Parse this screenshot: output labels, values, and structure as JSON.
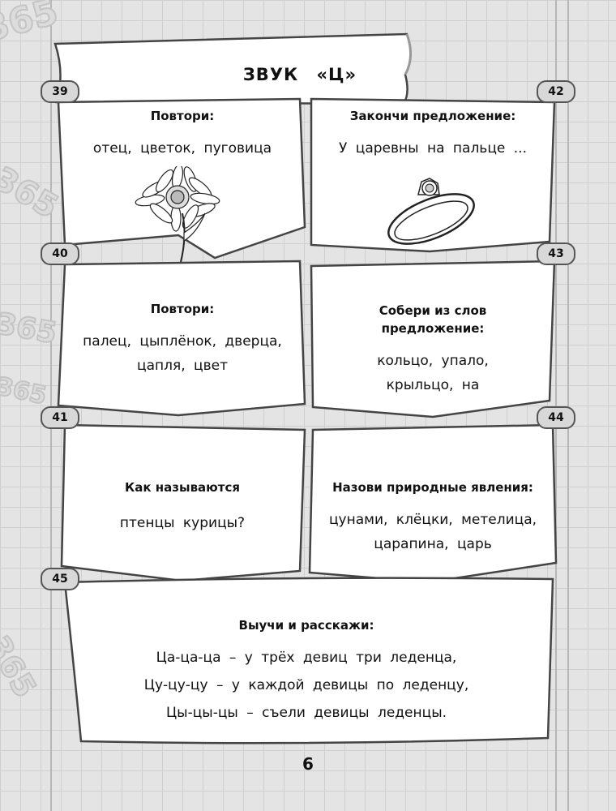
{
  "title": "ЗВУК «Ц»",
  "page_number": "6",
  "background_numbers": [
    "365",
    "365",
    "365",
    "365",
    "365"
  ],
  "tasks": [
    {
      "num": "39",
      "heading": "Повтори:",
      "lines": [
        "отец, цветок, пуговица"
      ],
      "picture": "flower-illustration"
    },
    {
      "num": "42",
      "heading": "Закончи предложение:",
      "lines": [
        "У царевны на пальце ..."
      ],
      "picture": "ring-illustration"
    },
    {
      "num": "40",
      "heading": "Повтори:",
      "lines": [
        "палец, цыплёнок, дверца,",
        "цапля, цвет"
      ]
    },
    {
      "num": "43",
      "heading_lines": [
        "Собери из слов",
        "предложение:"
      ],
      "lines": [
        "кольцо, упало,",
        "крыльцо, на"
      ]
    },
    {
      "num": "41",
      "heading": "Как называются",
      "lines": [
        "птенцы курицы?"
      ]
    },
    {
      "num": "44",
      "heading": "Назови природные явления:",
      "lines": [
        "цунами, клёцки, метелица,",
        "царапина, царь"
      ]
    },
    {
      "num": "45",
      "heading": "Выучи и расскажи:",
      "lines": [
        "Ца-ца-ца – у трёх девиц три леденца,",
        "Цу-цу-цу – у каждой девицы по леденцу,",
        "Цы-цы-цы – съели девицы леденцы."
      ]
    }
  ]
}
